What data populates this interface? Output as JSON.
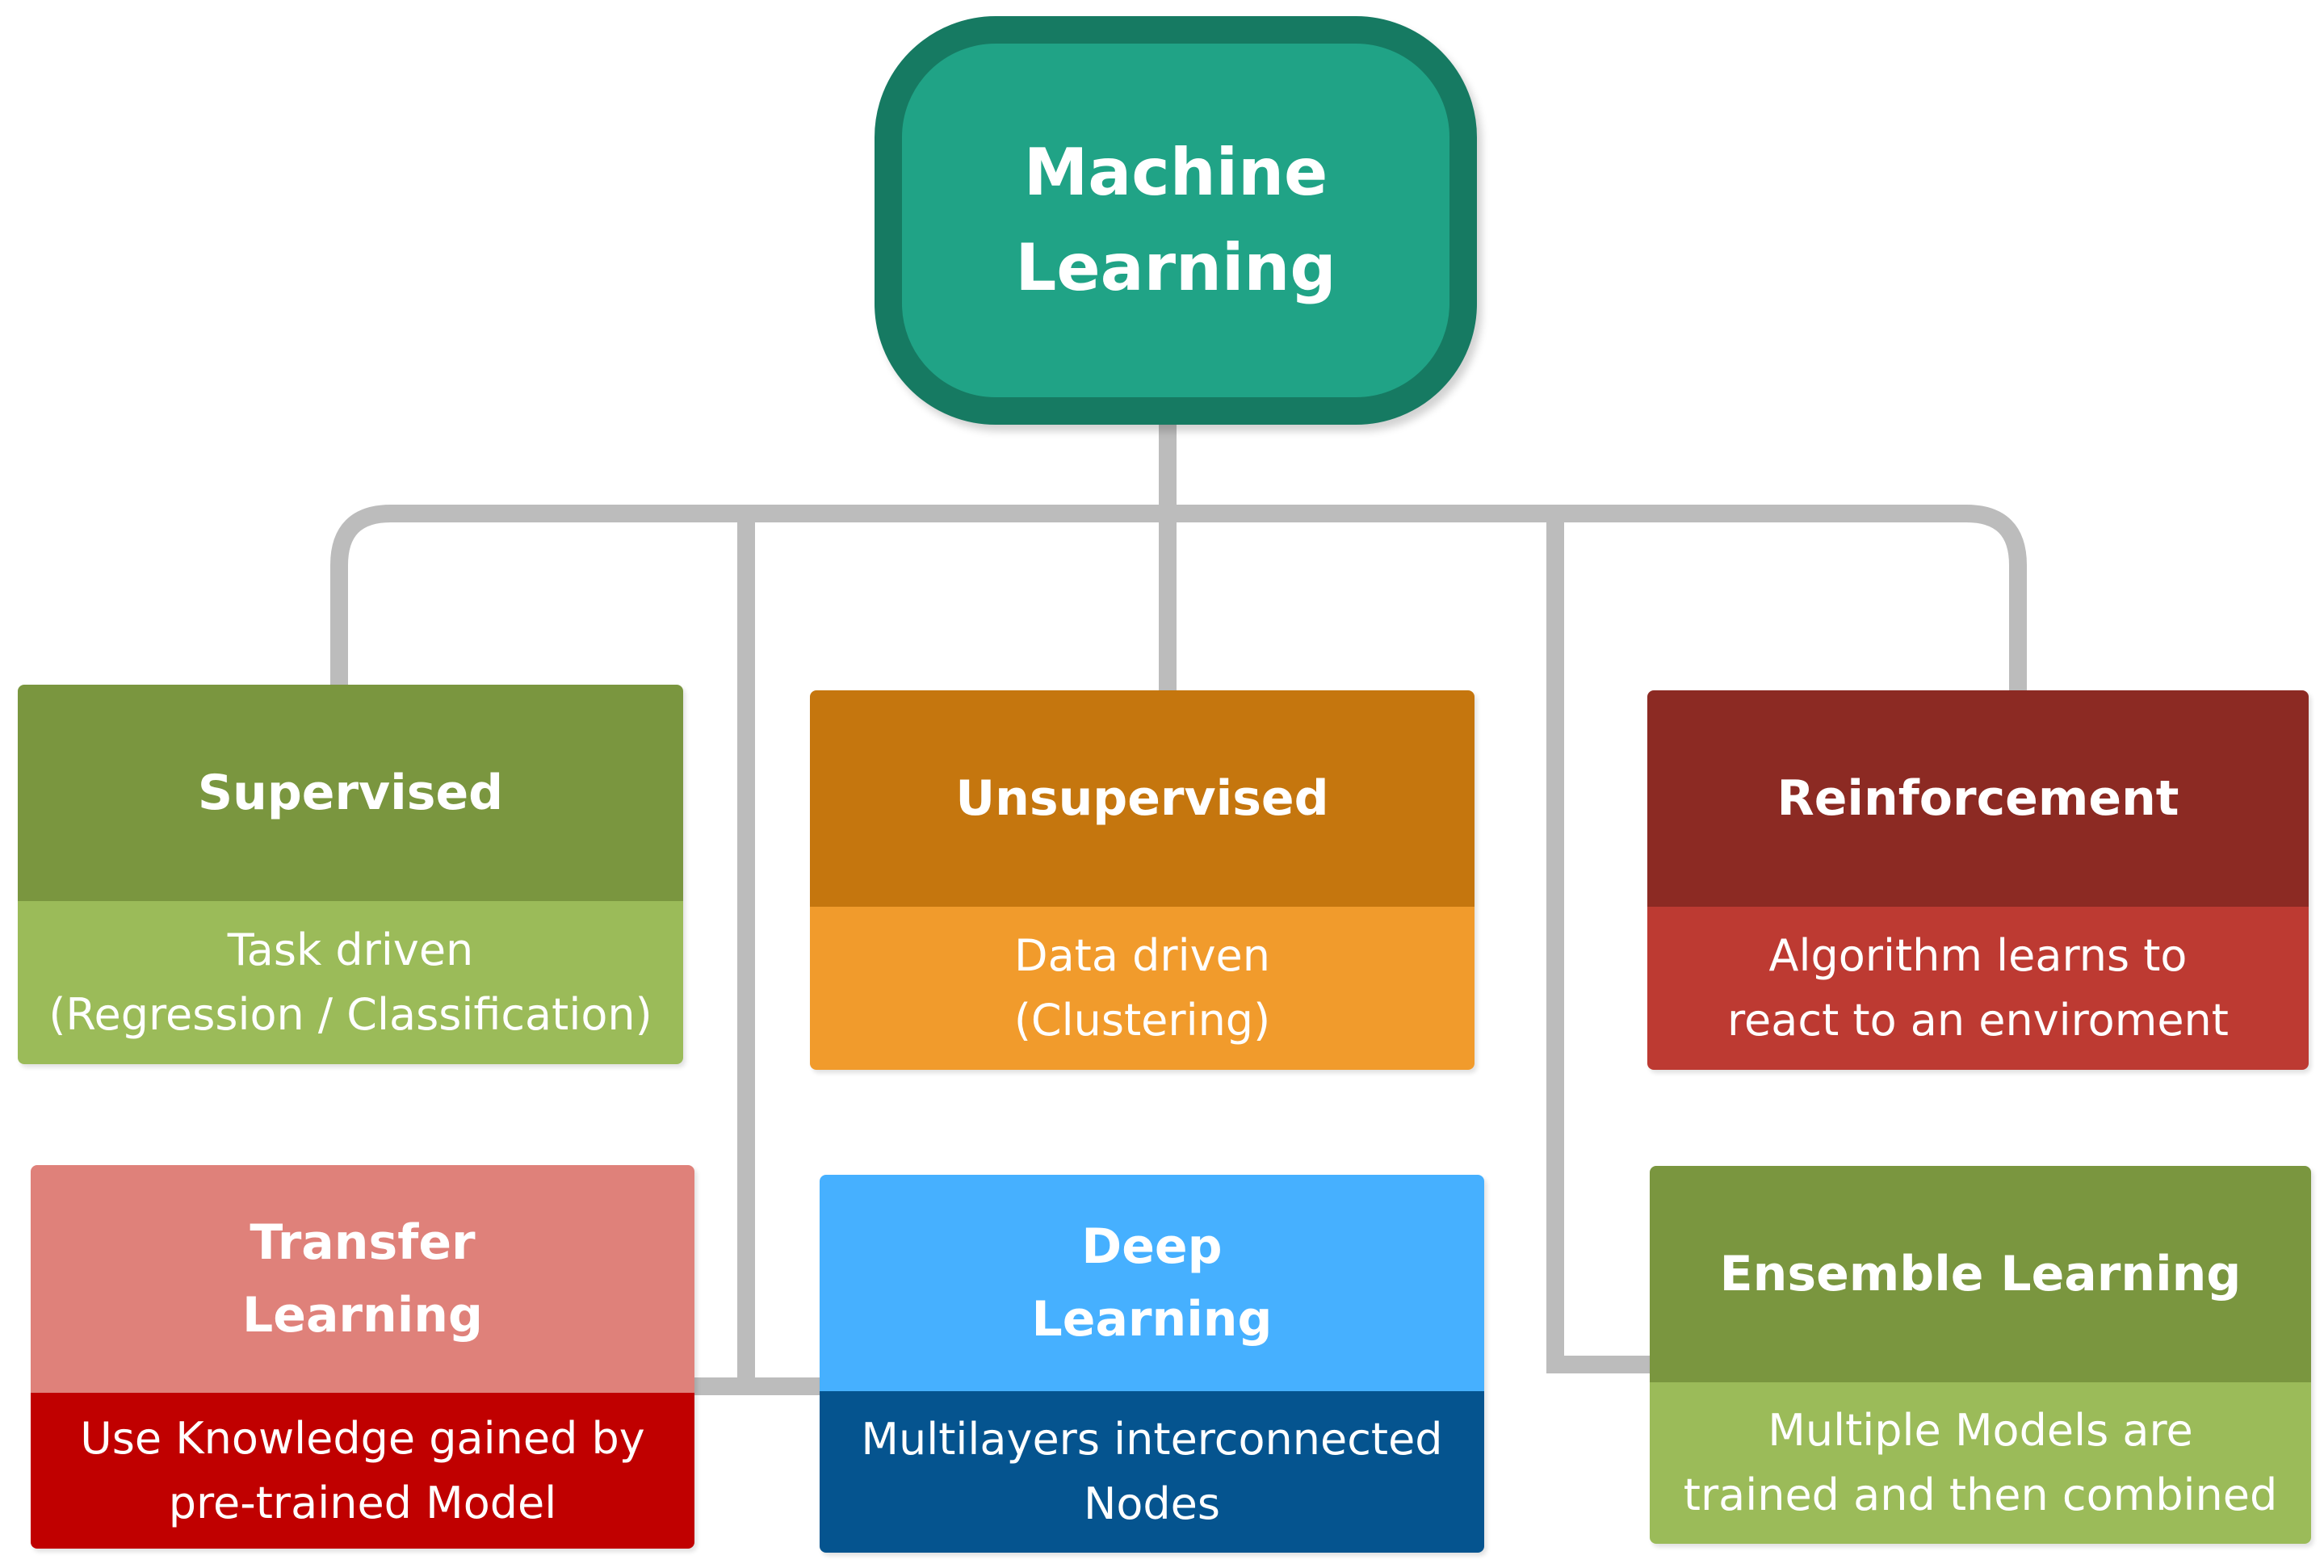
{
  "root": {
    "title": "Machine\nLearning",
    "fill": "#20a386",
    "border": "#167a62"
  },
  "connector_color": "#bcbcbc",
  "categories": [
    {
      "key": "supervised",
      "title": "Supervised",
      "description": "Task driven\n(Regression / Classification)",
      "head_color": "#7a963f",
      "body_color": "#9bbb59"
    },
    {
      "key": "unsupervised",
      "title": "Unsupervised",
      "description": "Data driven\n(Clustering)",
      "head_color": "#c5760e",
      "body_color": "#f19b2c"
    },
    {
      "key": "reinforcement",
      "title": "Reinforcement",
      "description": "Algorithm learns to\nreact to an enviroment",
      "head_color": "#8c2a23",
      "body_color": "#bd3a32"
    },
    {
      "key": "transfer-learning",
      "title": "Transfer\nLearning",
      "description": "Use Knowledge gained by\npre-trained Model",
      "head_color": "#df817a",
      "body_color": "#c00000"
    },
    {
      "key": "deep-learning",
      "title": "Deep\nLearning",
      "description": "Multilayers interconnected\nNodes",
      "head_color": "#46b0ff",
      "body_color": "#05548f"
    },
    {
      "key": "ensemble-learning",
      "title": "Ensemble Learning",
      "description": "Multiple Models are\ntrained and then combined",
      "head_color": "#7a963f",
      "body_color": "#9bbb59"
    }
  ]
}
